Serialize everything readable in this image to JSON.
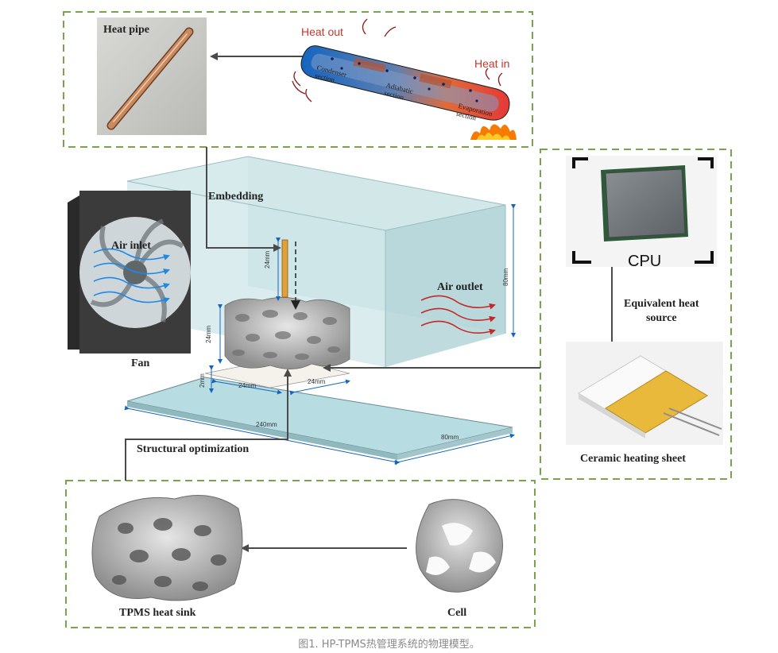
{
  "colors": {
    "frame_green": "#7aa34e",
    "arrow_gray": "#4a4a4a",
    "heat_in": "#c0392b",
    "heat_out": "#c0392b",
    "air_inlet_arrows": "#1e88e5",
    "air_outlet_arrows": "#c62828",
    "duct_fill": "#a9cfd4",
    "heater_gold": "#e8b93a",
    "caption_gray": "#8a8a8a"
  },
  "icons": [
    "heat-pipe-photo",
    "fan-icon",
    "cpu-chip-icon",
    "ceramic-sheet-icon",
    "tpms-sink-icon",
    "tpms-cell-icon",
    "flame-icon"
  ],
  "labels": {
    "heat_pipe": "Heat pipe",
    "heat_out": "Heat out",
    "heat_in": "Heat in",
    "condenser": "Condenser\nsection",
    "adiabatic": "Adiabatic\nsection",
    "evaporation": "Evaporation\nsection",
    "embedding": "Embedding",
    "air_inlet": "Air inlet",
    "air_outlet": "Air outlet",
    "fan": "Fan",
    "cpu": "CPU",
    "equivalent_heat_source": "Equivalent heat\nsource",
    "ceramic_heating_sheet": "Ceramic heating sheet",
    "structural_optimization": "Structural optimization",
    "tpms_heat_sink": "TPMS heat sink",
    "cell": "Cell"
  },
  "dimensions": {
    "pipe_len": "24mm",
    "sink_height": "24mm",
    "base_height": "2mm",
    "base_w1": "24mm",
    "base_w2": "24mm",
    "plate_len": "240mm",
    "plate_w": "80mm",
    "duct_h": "80mm"
  },
  "caption": "图1. HP-TPMS热管理系统的物理模型。"
}
